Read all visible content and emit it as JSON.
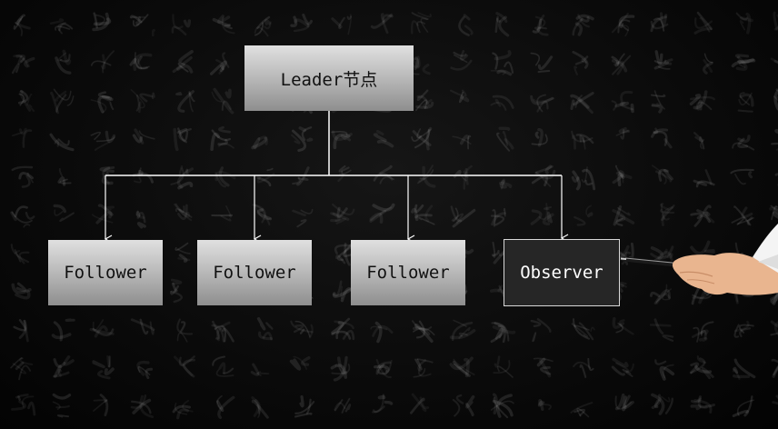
{
  "diagram": {
    "leader": {
      "label": "Leader节点"
    },
    "followers": [
      {
        "label": "Follower"
      },
      {
        "label": "Follower"
      },
      {
        "label": "Follower"
      }
    ],
    "observer": {
      "label": "Observer"
    }
  },
  "colors": {
    "node_gray_top": "#e0e0e0",
    "node_gray_bottom": "#8e8e8e",
    "observer_fill": "#262626",
    "connector": "#ffffff"
  }
}
